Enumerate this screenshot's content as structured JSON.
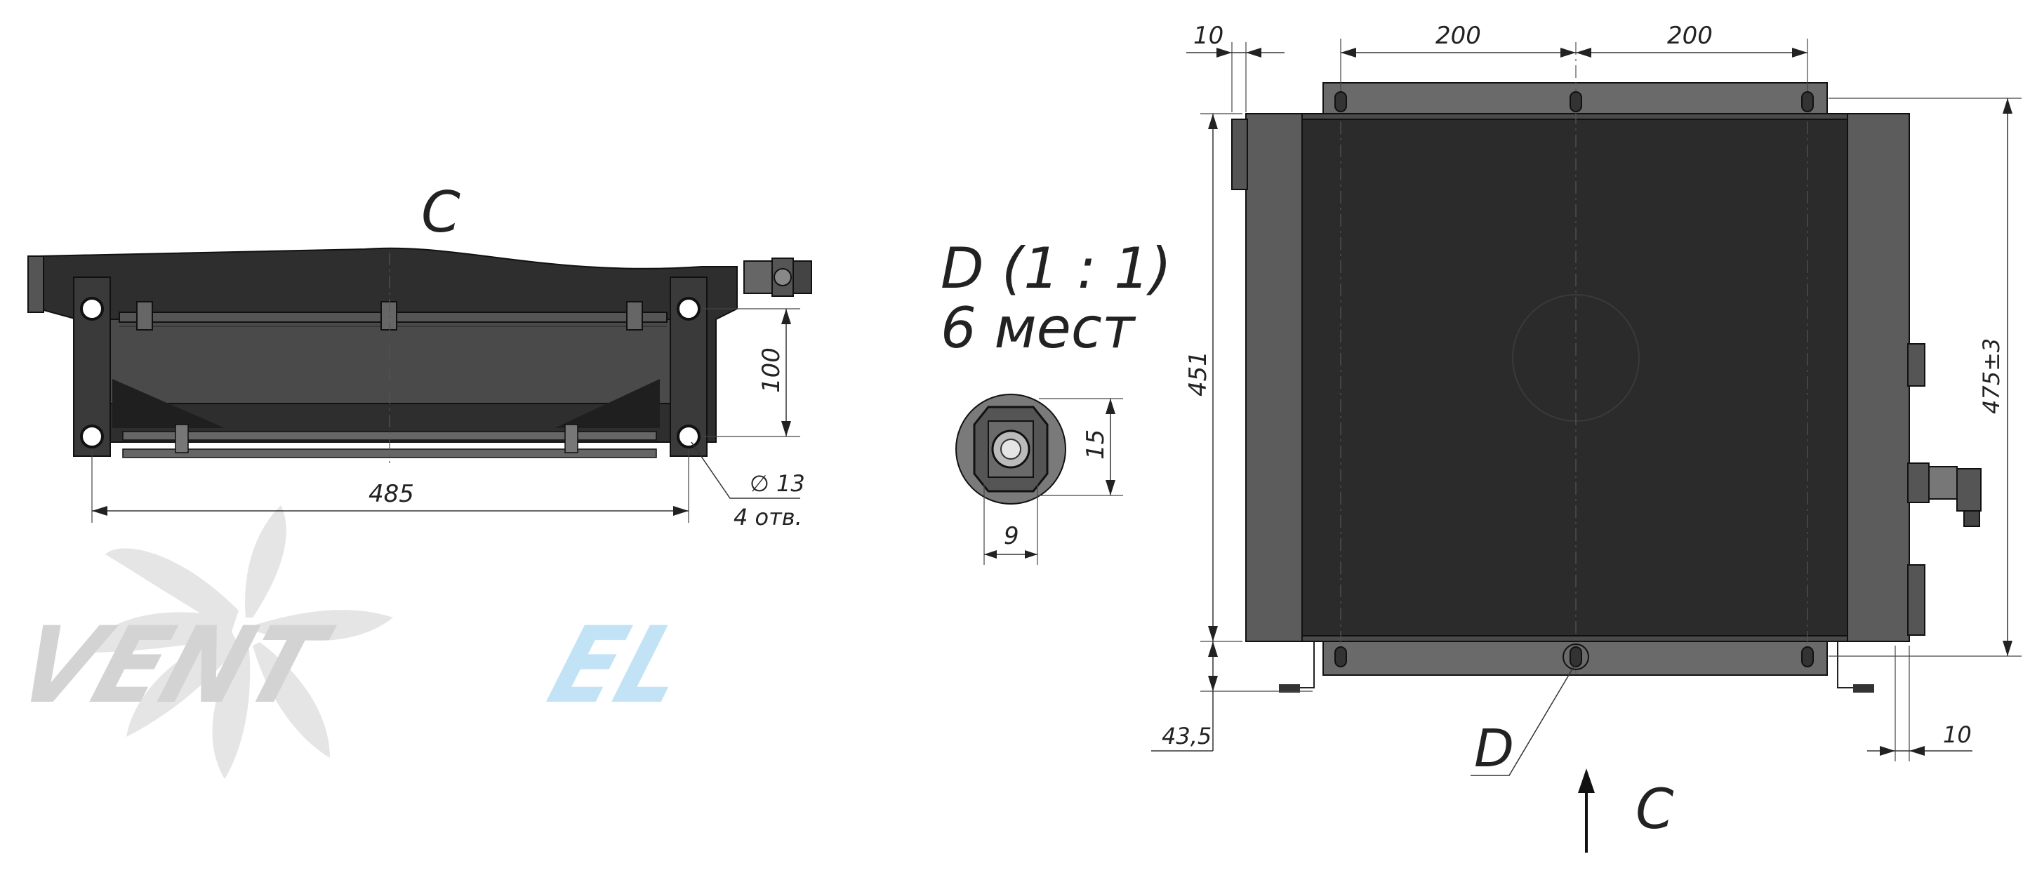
{
  "labels": {
    "view_c_title": "C",
    "detail_title": "D (1 : 1)",
    "detail_count": "6 мест",
    "detail_callout": "D",
    "view_arrow": "C"
  },
  "dimensions": {
    "side_height": "100",
    "side_width": "485",
    "hole_dia": "∅ 13",
    "hole_count": "4 отв.",
    "slot_height": "15",
    "slot_width": "9",
    "top_left_offset": "10",
    "top_pitch_1": "200",
    "top_pitch_2": "200",
    "body_height": "451",
    "total_height": "475±3",
    "bottom_offset": "43,5",
    "right_offset": "10"
  },
  "logo": {
    "text_gray": "VENT",
    "text_blue": "EL",
    "gray": "#cfcfcf",
    "blue": "#bcdff5"
  },
  "colors": {
    "core": "#2b2b2b",
    "frame": "#5c5c5c",
    "frame_dark": "#4a4a4a",
    "flange": "#6a6a6a",
    "detail_circle": "#7a7a7a"
  }
}
